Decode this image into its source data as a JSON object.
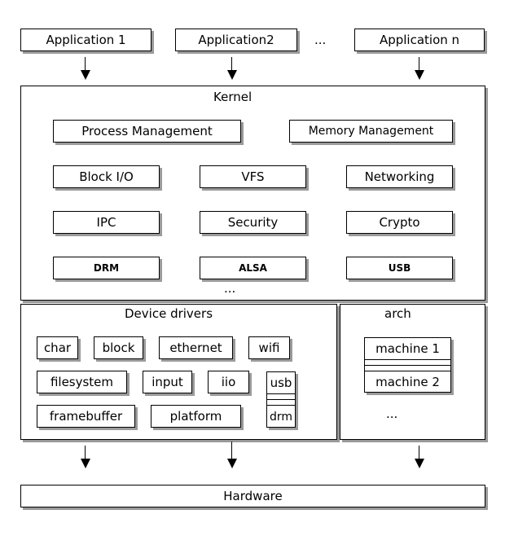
{
  "applications": {
    "app1": "Application 1",
    "app2": "Application2",
    "dots": "...",
    "appn": "Application n"
  },
  "kernel": {
    "title": "Kernel",
    "process": "Process Management",
    "memory": "Memory Management",
    "block_io": "Block I/O",
    "vfs": "VFS",
    "networking": "Networking",
    "ipc": "IPC",
    "security": "Security",
    "crypto": "Crypto",
    "drm": "DRM",
    "alsa": "ALSA",
    "usb": "USB",
    "dots": "..."
  },
  "drivers": {
    "title": "Device drivers",
    "char": "char",
    "block": "block",
    "ethernet": "ethernet",
    "wifi": "wifi",
    "filesystem": "filesystem",
    "input": "input",
    "iio": "iio",
    "usb": "usb",
    "drm": "drm",
    "framebuffer": "framebuffer",
    "platform": "platform"
  },
  "arch": {
    "title": "arch",
    "machine1": "machine 1",
    "machine2": "machine 2",
    "dots": "..."
  },
  "hardware": {
    "title": "Hardware"
  }
}
